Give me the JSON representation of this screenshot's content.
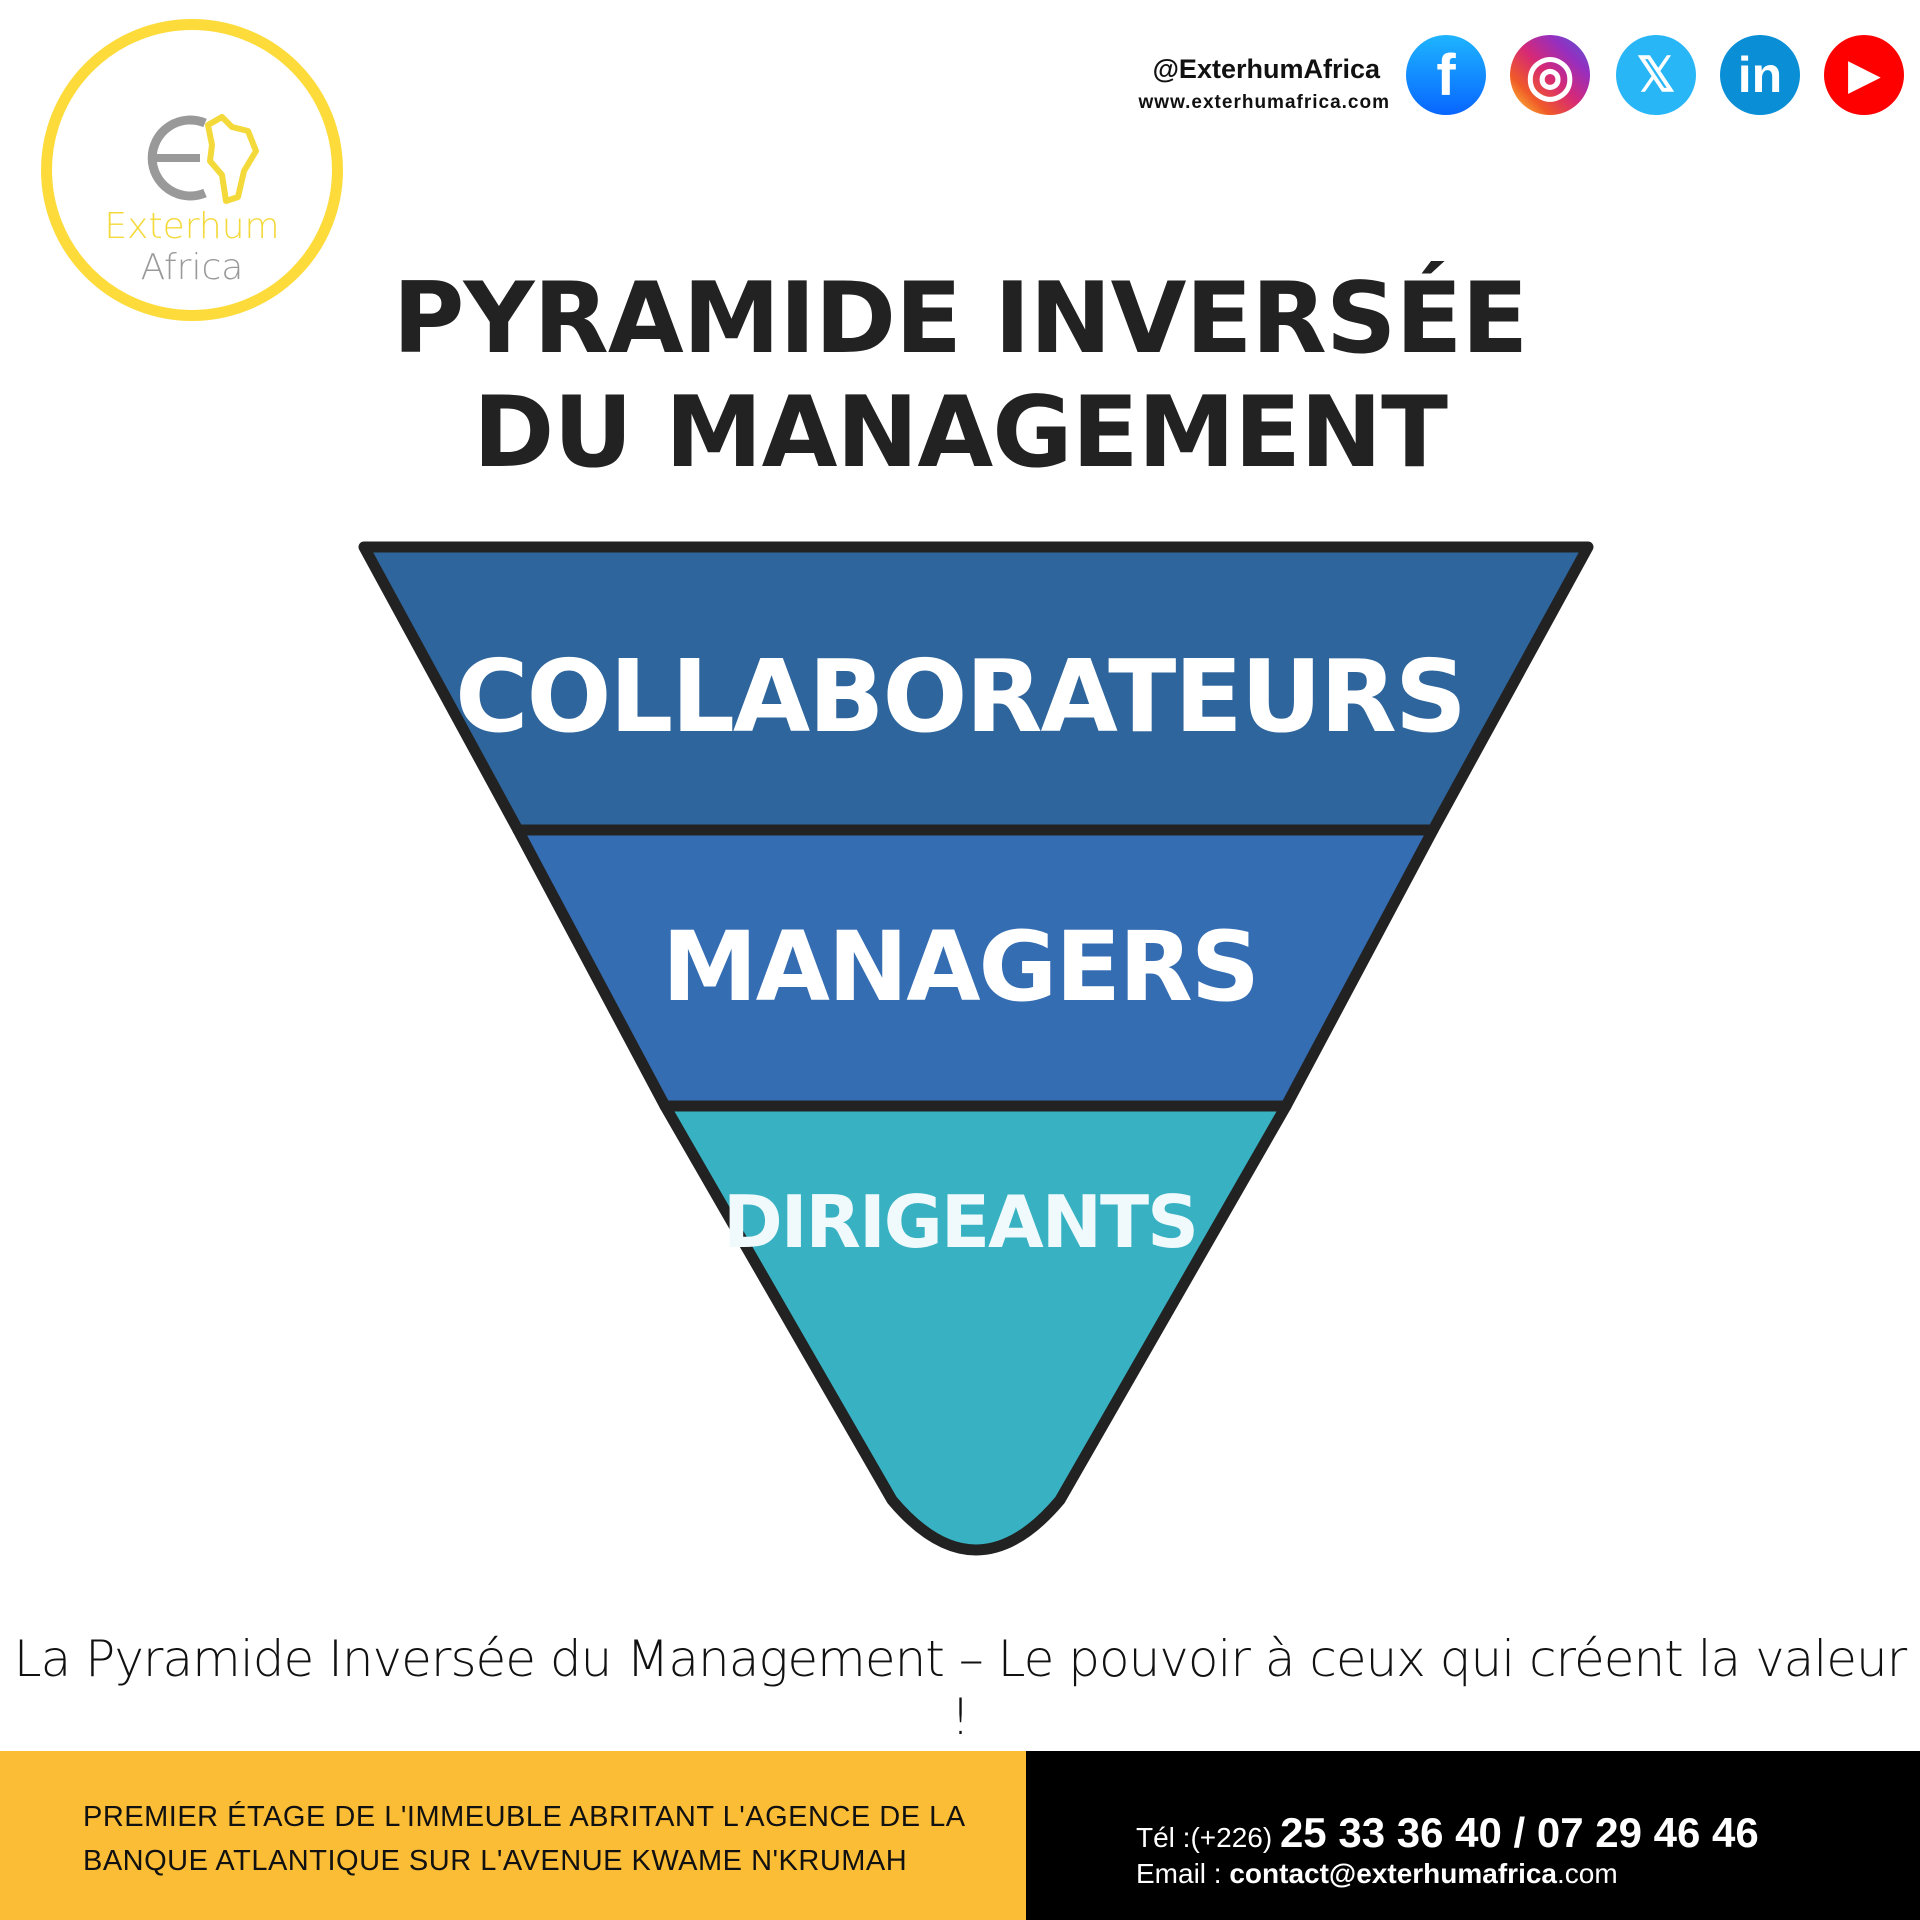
{
  "logo": {
    "name_part1": "Exterhum",
    "name_part2": "Africa"
  },
  "header": {
    "handle": "@ExterhumAfrica",
    "website": "www.exterhumafrica.com",
    "socials": [
      {
        "name": "facebook",
        "glyph": "f",
        "color": "#1877F2"
      },
      {
        "name": "instagram",
        "glyph": "◎",
        "color": "#D62976"
      },
      {
        "name": "x",
        "glyph": "𝕏",
        "color": "#29B6F6"
      },
      {
        "name": "linkedin",
        "glyph": "in",
        "color": "#0A8FD6"
      },
      {
        "name": "youtube",
        "glyph": "▶",
        "color": "#FF0000"
      }
    ]
  },
  "title": {
    "line1": "PYRAMIDE INVERSÉE",
    "line2": "DU MANAGEMENT"
  },
  "pyramid": {
    "levels": [
      {
        "label": "COLLABORATEURS",
        "color": "#2E659C"
      },
      {
        "label": "MANAGERS",
        "color": "#356DB3"
      },
      {
        "label": "DIRIGEANTS",
        "color": "#38B1C2"
      }
    ]
  },
  "tagline": "La Pyramide Inversée du Management – Le pouvoir à ceux qui créent la valeur !",
  "footer": {
    "address_line1": "PREMIER ÉTAGE DE L'IMMEUBLE ABRITANT L'AGENCE DE LA",
    "address_line2": "BANQUE ATLANTIQUE SUR L'AVENUE KWAME N'KRUMAH",
    "tel_label": "Tél :(+226)",
    "tel_numbers": "25 33 36 40 / 07 29 46 46",
    "email_label": "Email :",
    "email_user": "contact@exterhumafrica",
    "email_tld": ".com"
  }
}
